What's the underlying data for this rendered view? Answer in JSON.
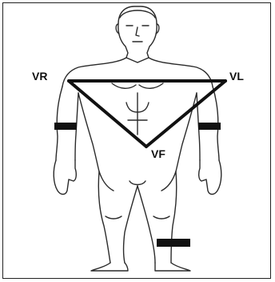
{
  "diagram": {
    "leads": {
      "right_arm": "VR",
      "left_arm": "VL",
      "foot": "VF"
    },
    "colors": {
      "outline": "#2a2a2a",
      "triangle": "#111111",
      "electrode_band": "#111111",
      "background": "#ffffff"
    }
  }
}
